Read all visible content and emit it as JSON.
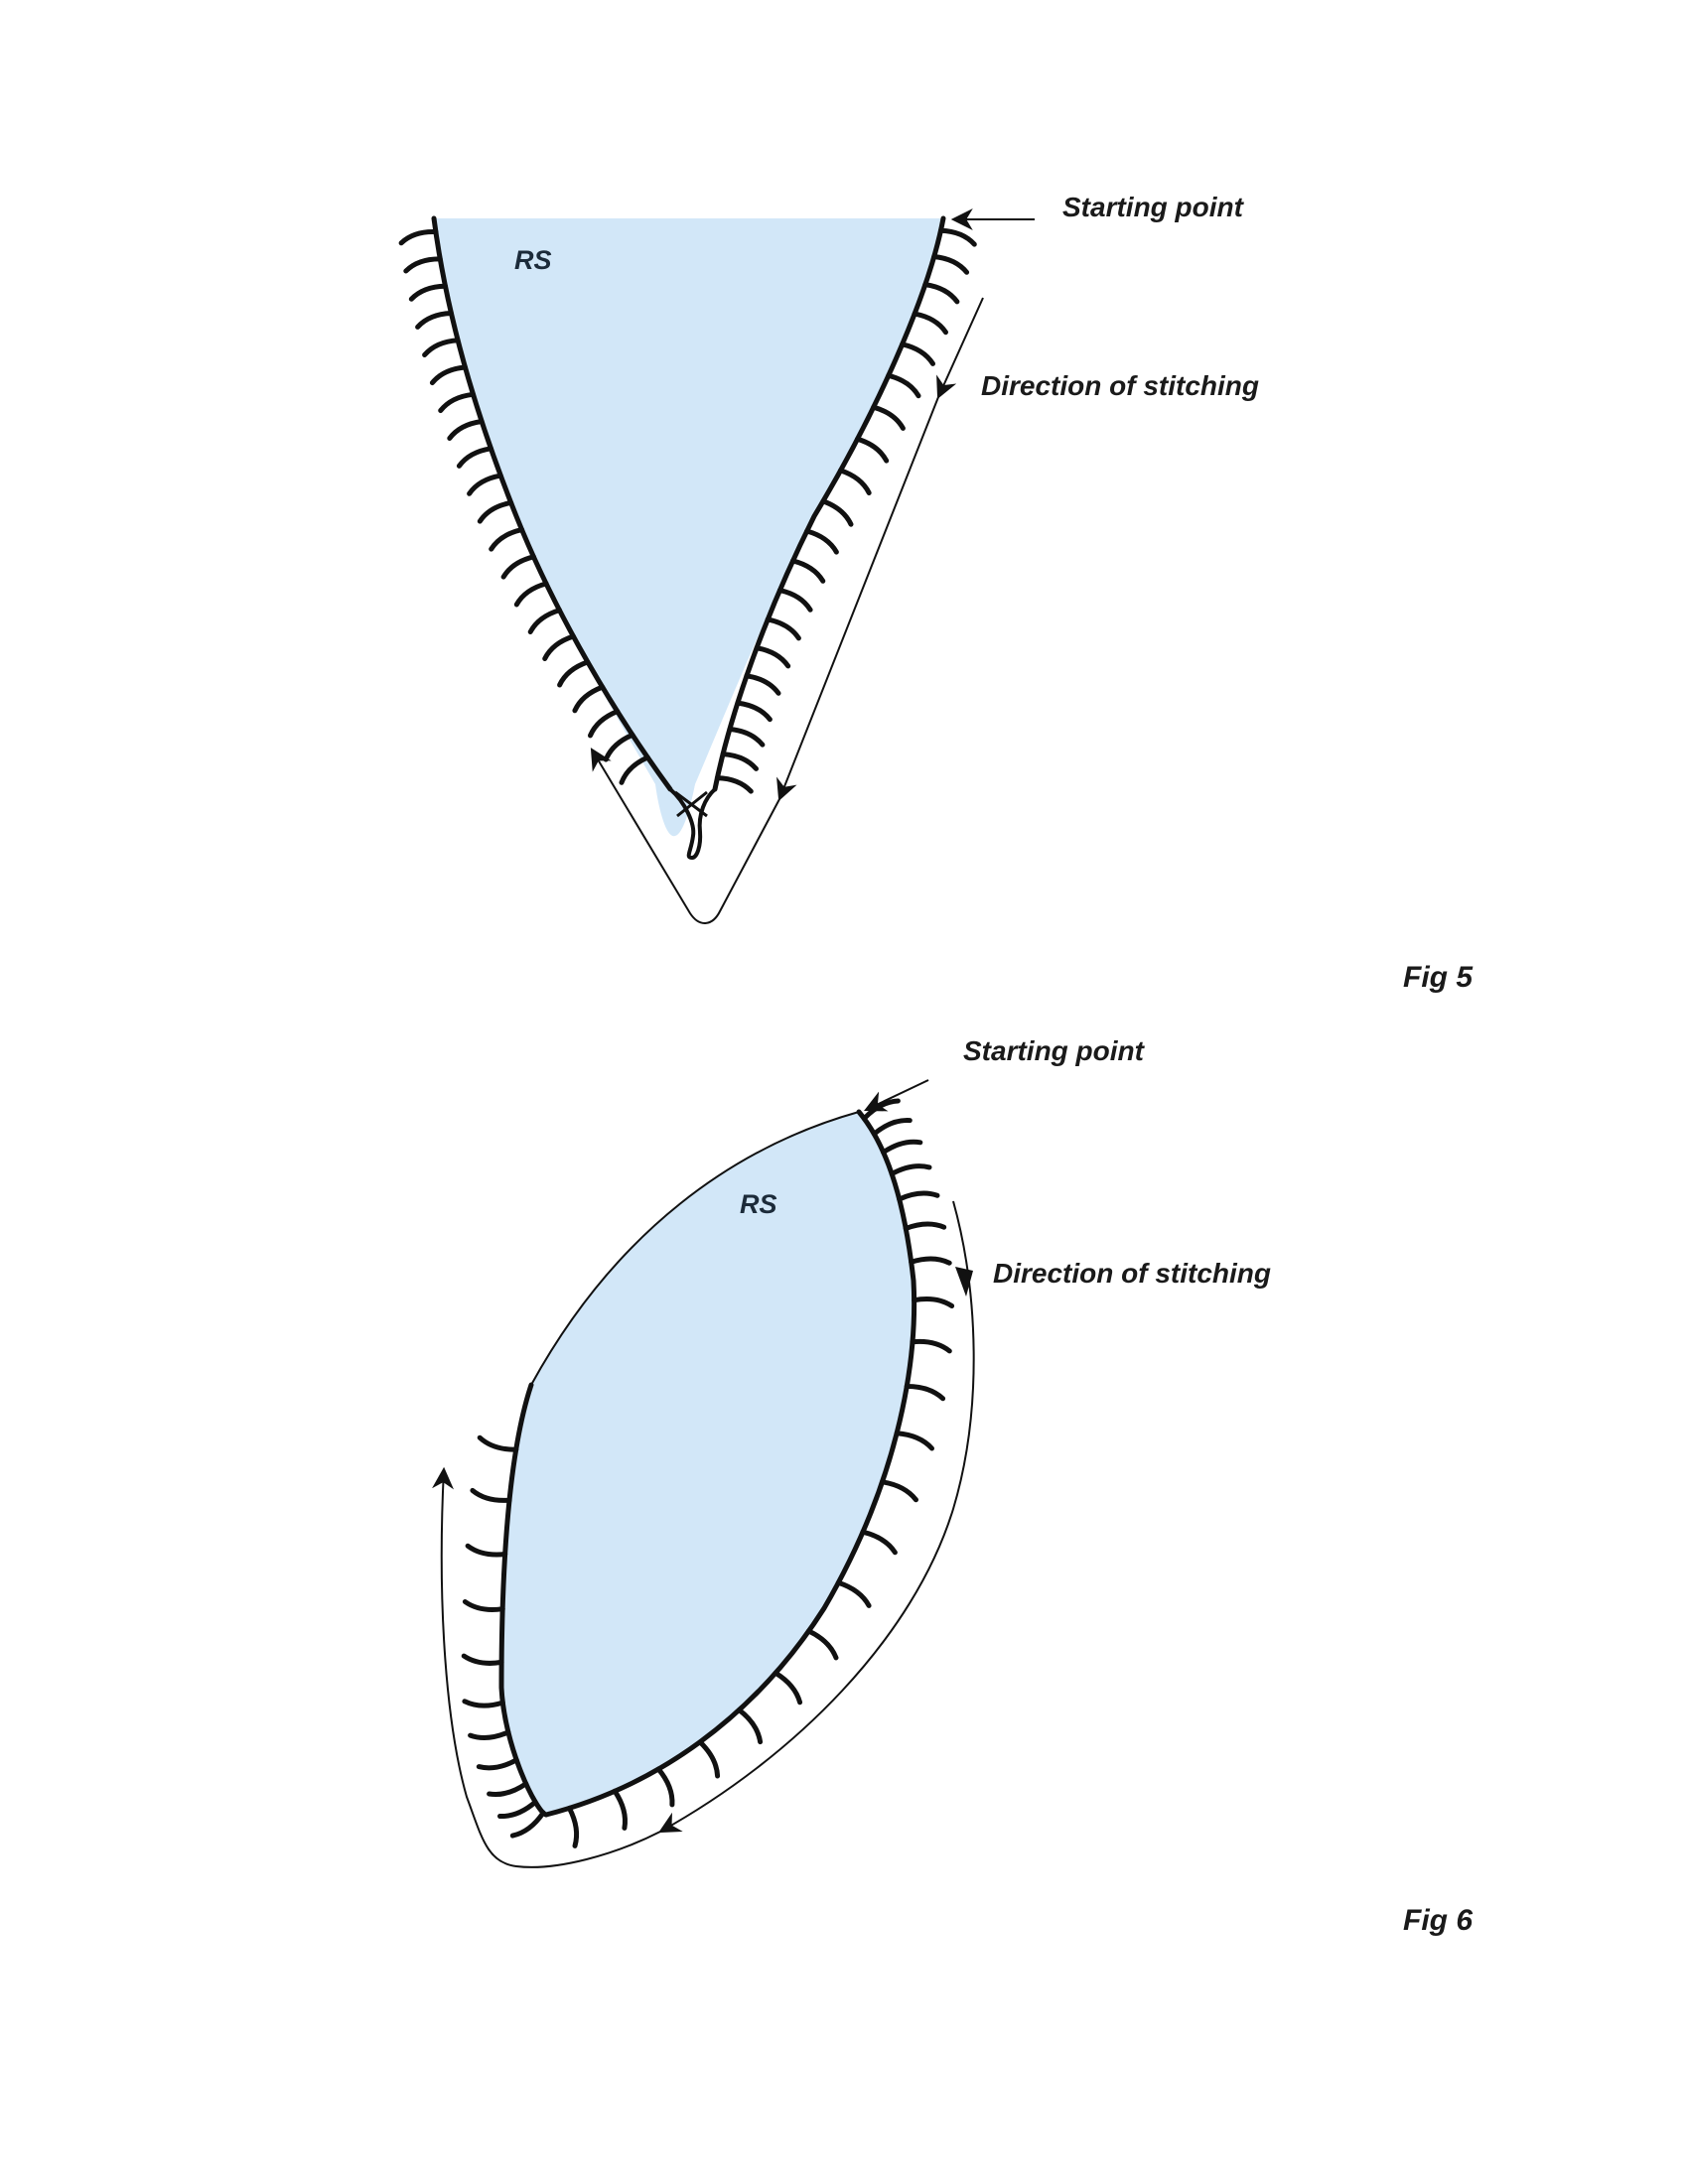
{
  "fig5": {
    "rs_label": "RS",
    "starting_point_label": "Starting point",
    "direction_label": "Direction of stitching",
    "caption": "Fig 5"
  },
  "fig6": {
    "rs_label": "RS",
    "starting_point_label": "Starting point",
    "direction_label": "Direction of stitching",
    "caption": "Fig 6"
  },
  "colors": {
    "fabric_fill": "#d2e7f8",
    "stitch": "#111111",
    "text": "#1a1a1a"
  }
}
